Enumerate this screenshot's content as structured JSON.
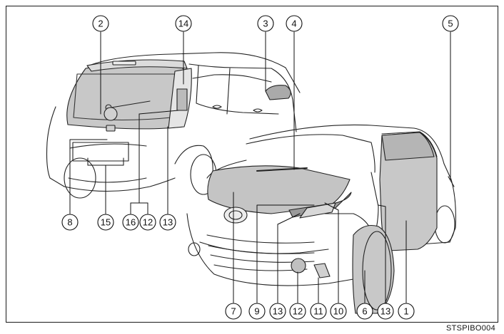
{
  "figure": {
    "image_code": "STSPIBO004",
    "callouts": [
      {
        "id": "c1",
        "label": "1"
      },
      {
        "id": "c2",
        "label": "2"
      },
      {
        "id": "c3",
        "label": "3"
      },
      {
        "id": "c4",
        "label": "4"
      },
      {
        "id": "c5",
        "label": "5"
      },
      {
        "id": "c6",
        "label": "6"
      },
      {
        "id": "c7",
        "label": "7"
      },
      {
        "id": "c8",
        "label": "8"
      },
      {
        "id": "c9",
        "label": "9"
      },
      {
        "id": "c10",
        "label": "10"
      },
      {
        "id": "c11",
        "label": "11"
      },
      {
        "id": "c12a",
        "label": "12"
      },
      {
        "id": "c12b",
        "label": "12"
      },
      {
        "id": "c13a",
        "label": "13"
      },
      {
        "id": "c13b",
        "label": "13"
      },
      {
        "id": "c13c",
        "label": "13"
      },
      {
        "id": "c14",
        "label": "14"
      },
      {
        "id": "c15",
        "label": "15"
      },
      {
        "id": "c16",
        "label": "16"
      }
    ]
  }
}
